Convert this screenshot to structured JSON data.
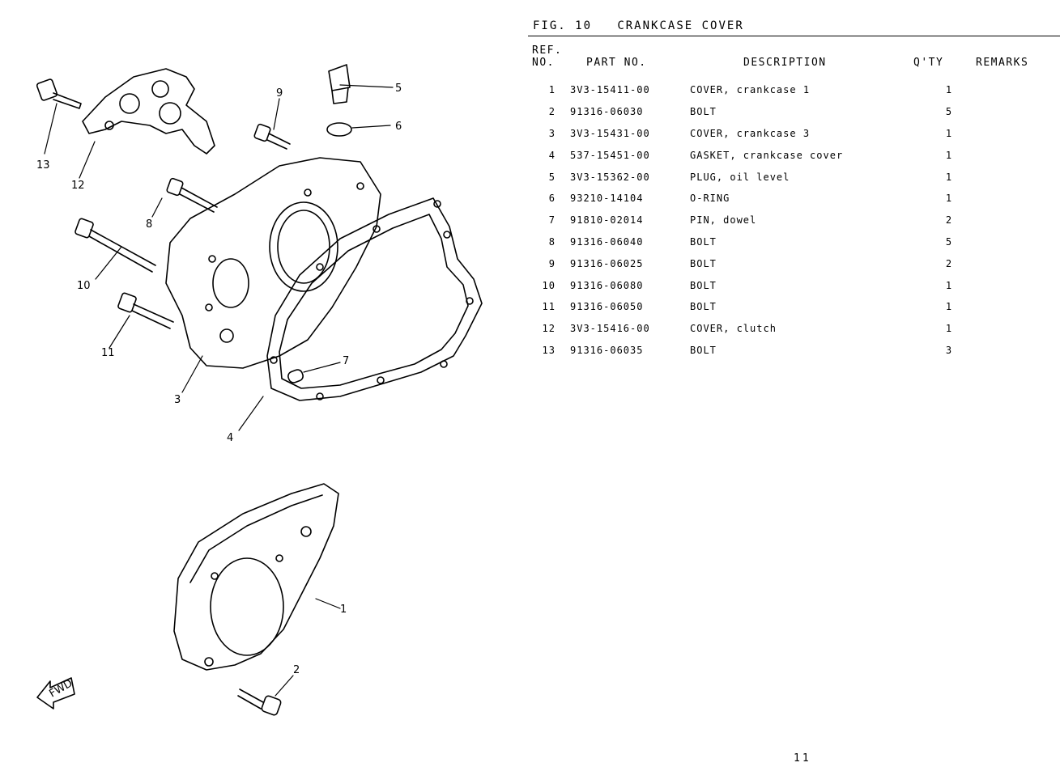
{
  "figure": {
    "label": "FIG. 10",
    "title": "CRANKCASE COVER"
  },
  "table": {
    "headers": {
      "ref": "REF.\nNO.",
      "part": "PART NO.",
      "desc": "DESCRIPTION",
      "qty": "Q'TY",
      "remarks": "REMARKS"
    },
    "rows": [
      {
        "ref": "1",
        "part": "3V3-15411-00",
        "desc": "COVER, crankcase 1",
        "qty": "1",
        "remarks": ""
      },
      {
        "ref": "2",
        "part": "91316-06030",
        "desc": "BOLT",
        "qty": "5",
        "remarks": ""
      },
      {
        "ref": "3",
        "part": "3V3-15431-00",
        "desc": "COVER, crankcase 3",
        "qty": "1",
        "remarks": ""
      },
      {
        "ref": "4",
        "part": "537-15451-00",
        "desc": "GASKET, crankcase cover",
        "qty": "1",
        "remarks": ""
      },
      {
        "ref": "5",
        "part": "3V3-15362-00",
        "desc": "PLUG, oil level",
        "qty": "1",
        "remarks": ""
      },
      {
        "ref": "6",
        "part": "93210-14104",
        "desc": "O-RING",
        "qty": "1",
        "remarks": ""
      },
      {
        "ref": "7",
        "part": "91810-02014",
        "desc": "PIN, dowel",
        "qty": "2",
        "remarks": ""
      },
      {
        "ref": "8",
        "part": "91316-06040",
        "desc": "BOLT",
        "qty": "5",
        "remarks": ""
      },
      {
        "ref": "9",
        "part": "91316-06025",
        "desc": "BOLT",
        "qty": "2",
        "remarks": ""
      },
      {
        "ref": "10",
        "part": "91316-06080",
        "desc": "BOLT",
        "qty": "1",
        "remarks": ""
      },
      {
        "ref": "11",
        "part": "91316-06050",
        "desc": "BOLT",
        "qty": "1",
        "remarks": ""
      },
      {
        "ref": "12",
        "part": "3V3-15416-00",
        "desc": "COVER, clutch",
        "qty": "1",
        "remarks": ""
      },
      {
        "ref": "13",
        "part": "91316-06035",
        "desc": "BOLT",
        "qty": "3",
        "remarks": ""
      }
    ]
  },
  "diagram": {
    "callouts": [
      "1",
      "2",
      "3",
      "4",
      "5",
      "6",
      "7",
      "8",
      "9",
      "10",
      "11",
      "12",
      "13"
    ],
    "fwd_label": "FWD"
  },
  "page_number": "11"
}
